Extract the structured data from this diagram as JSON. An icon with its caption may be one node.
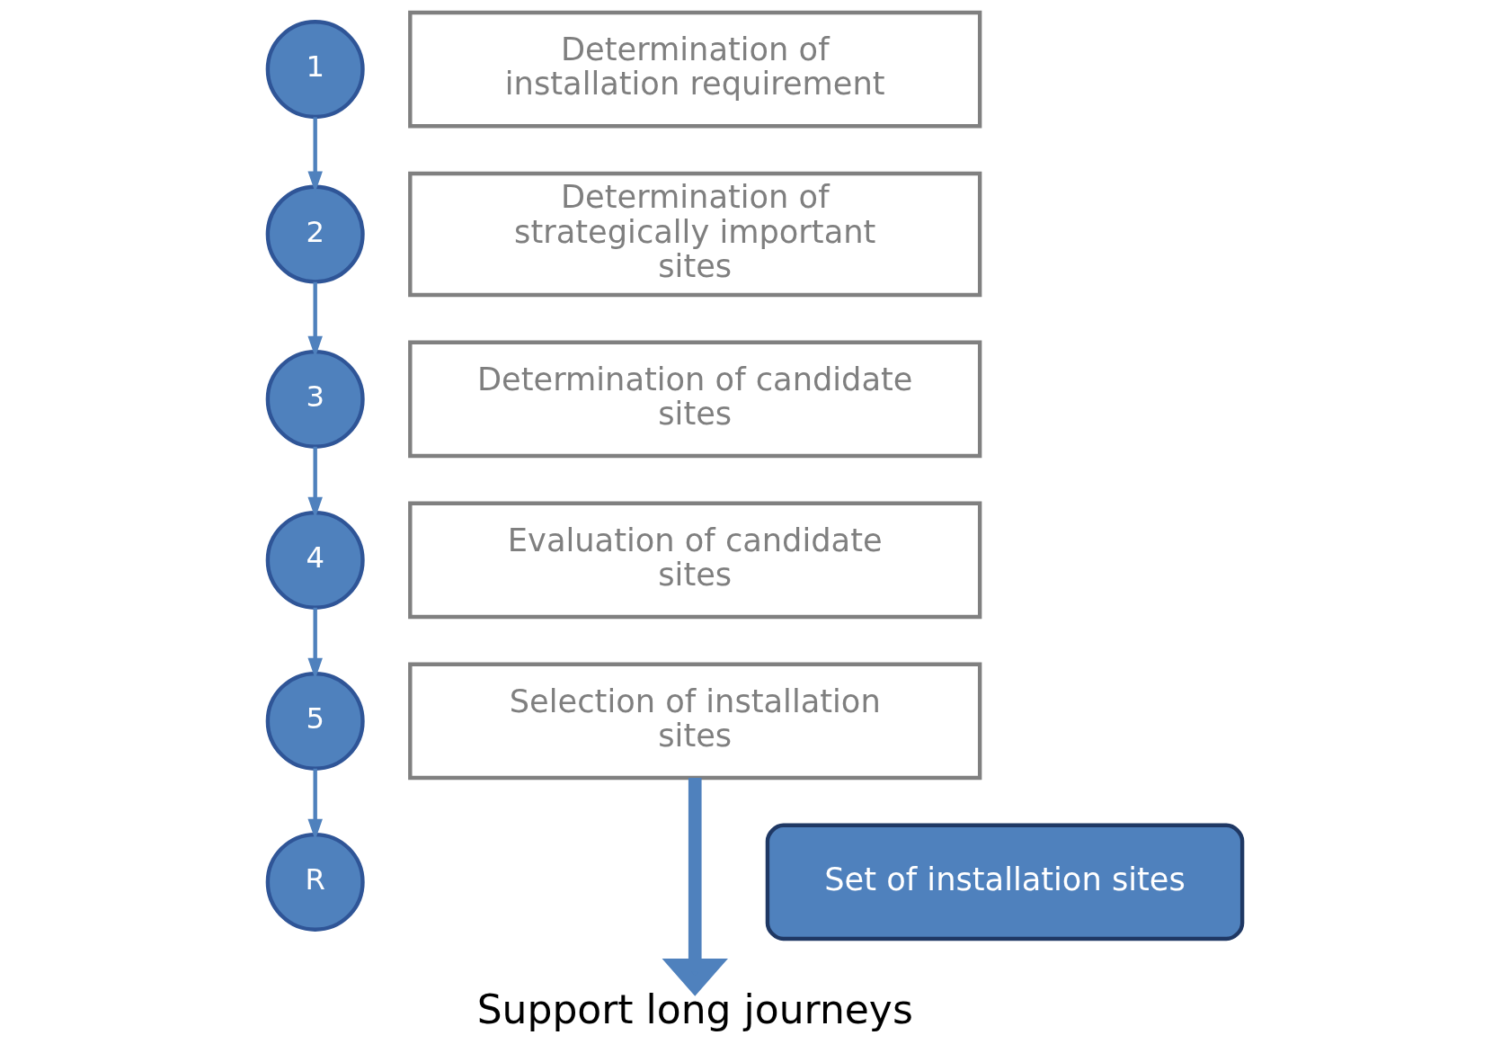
{
  "diagram": {
    "nodes": [
      {
        "text": [
          "1"
        ]
      },
      {
        "text": [
          "Determination of installation requirement"
        ]
      },
      {
        "text": [
          "2"
        ]
      },
      {
        "text": [
          "Determination of strategically important sites"
        ]
      },
      {
        "text": [
          "3"
        ]
      },
      {
        "text": [
          "Determination of candidate sites"
        ]
      },
      {
        "text": [
          "4"
        ]
      },
      {
        "text": [
          "Evaluation of candidate sites"
        ]
      },
      {
        "text": [
          "5"
        ]
      },
      {
        "text": [
          "Selection of installation sites"
        ]
      },
      {
        "text": [
          "R"
        ]
      },
      {
        "text": [
          "Set of installation sites"
        ]
      },
      {
        "text": [
          "Support long journeys"
        ]
      }
    ],
    "edges": [
      {
        "from": 0,
        "to": 2,
        "arrow": "to"
      },
      {
        "from": 2,
        "to": 4,
        "arrow": "to"
      },
      {
        "from": 4,
        "to": 6,
        "arrow": "to"
      },
      {
        "from": 6,
        "to": 8,
        "arrow": "to"
      },
      {
        "from": 8,
        "to": 10,
        "arrow": "to"
      },
      {
        "from": 9,
        "to": 12,
        "arrow": "to",
        "style": "thick"
      }
    ]
  }
}
